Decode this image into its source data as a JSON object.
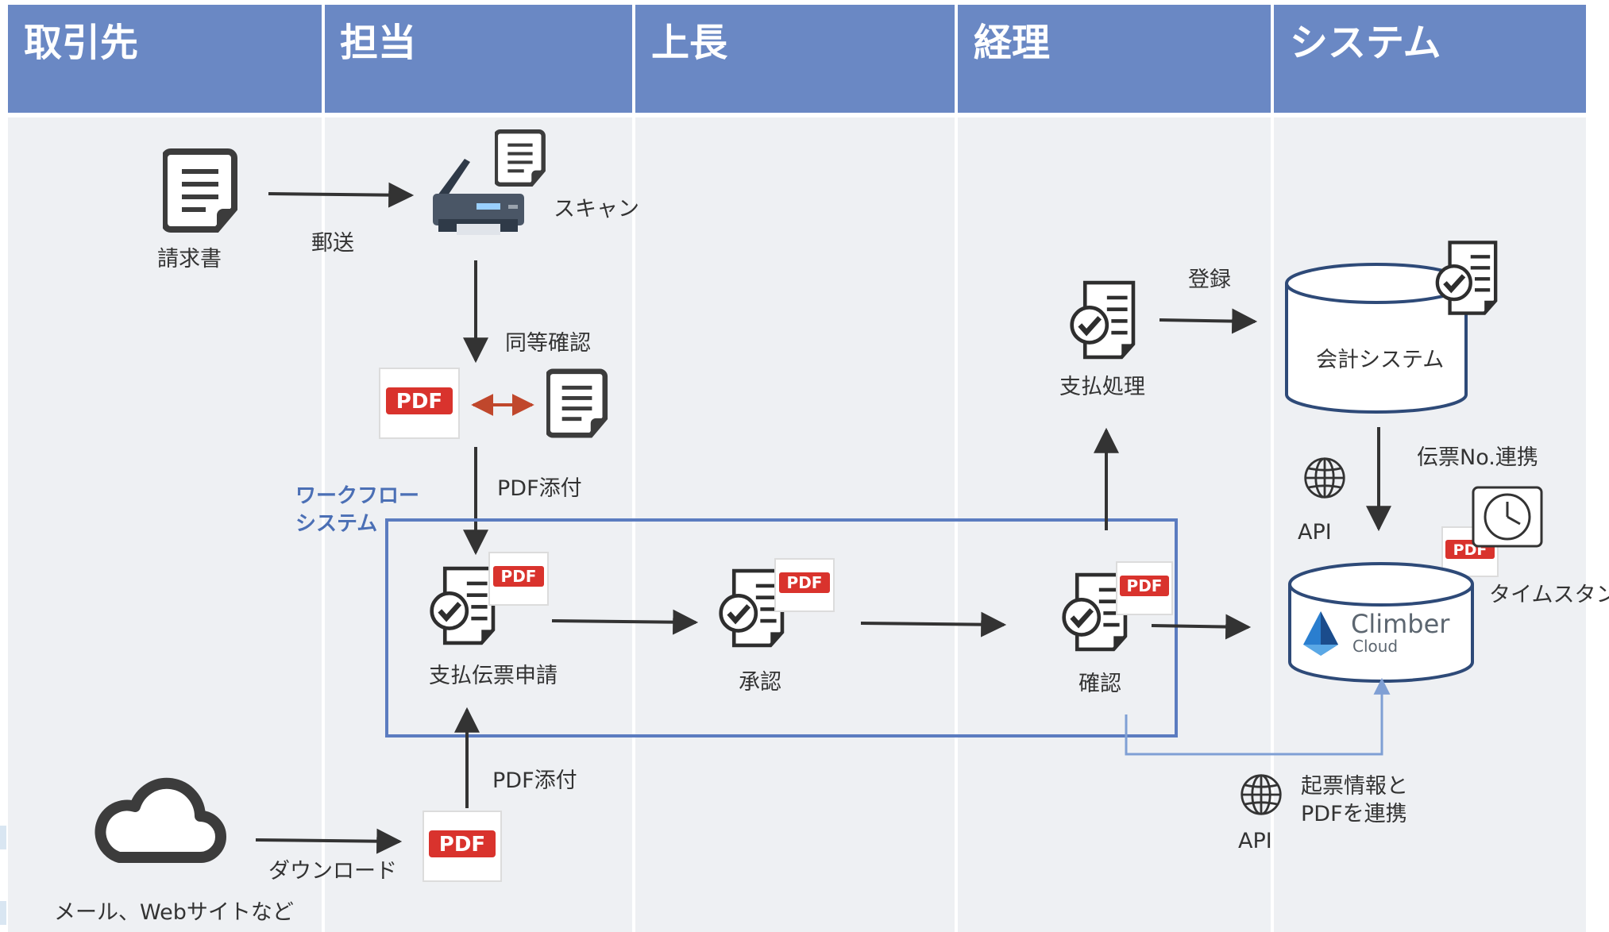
{
  "lanes": [
    {
      "title": "取引先"
    },
    {
      "title": "担当"
    },
    {
      "title": "上長"
    },
    {
      "title": "経理"
    },
    {
      "title": "システム"
    }
  ],
  "nodes": {
    "invoice": "請求書",
    "mail": "郵送",
    "scan": "スキャン",
    "equiv_check": "同等確認",
    "pdf_attach_1": "PDF添付",
    "pdf_attach_2": "PDF添付",
    "workflow": [
      "ワークフロー",
      "システム"
    ],
    "voucher_request": "支払伝票申請",
    "approve": "承認",
    "confirm": "確認",
    "payment": "支払処理",
    "register": "登録",
    "accounting": "会計システム",
    "voucher_link": "伝票No.連携",
    "api_1": "API",
    "timestamp": "タイムスタンプ",
    "climber": "Climber",
    "cloud": "Cloud",
    "link_info": [
      "起票情報と",
      "PDFを連携"
    ],
    "api_2": "API",
    "cloud_src": "メール、Webサイトなど",
    "download": "ダウンロード"
  },
  "pdf_text": "PDF",
  "colors": {
    "header": "#6a88c4",
    "lane": "#eef0f3",
    "workflow_border": "#5b7cc0",
    "pdf_red": "#d9332d",
    "arrow": "#333333",
    "double_arrow": "#c0472c",
    "link_line": "#7f9fd4"
  }
}
